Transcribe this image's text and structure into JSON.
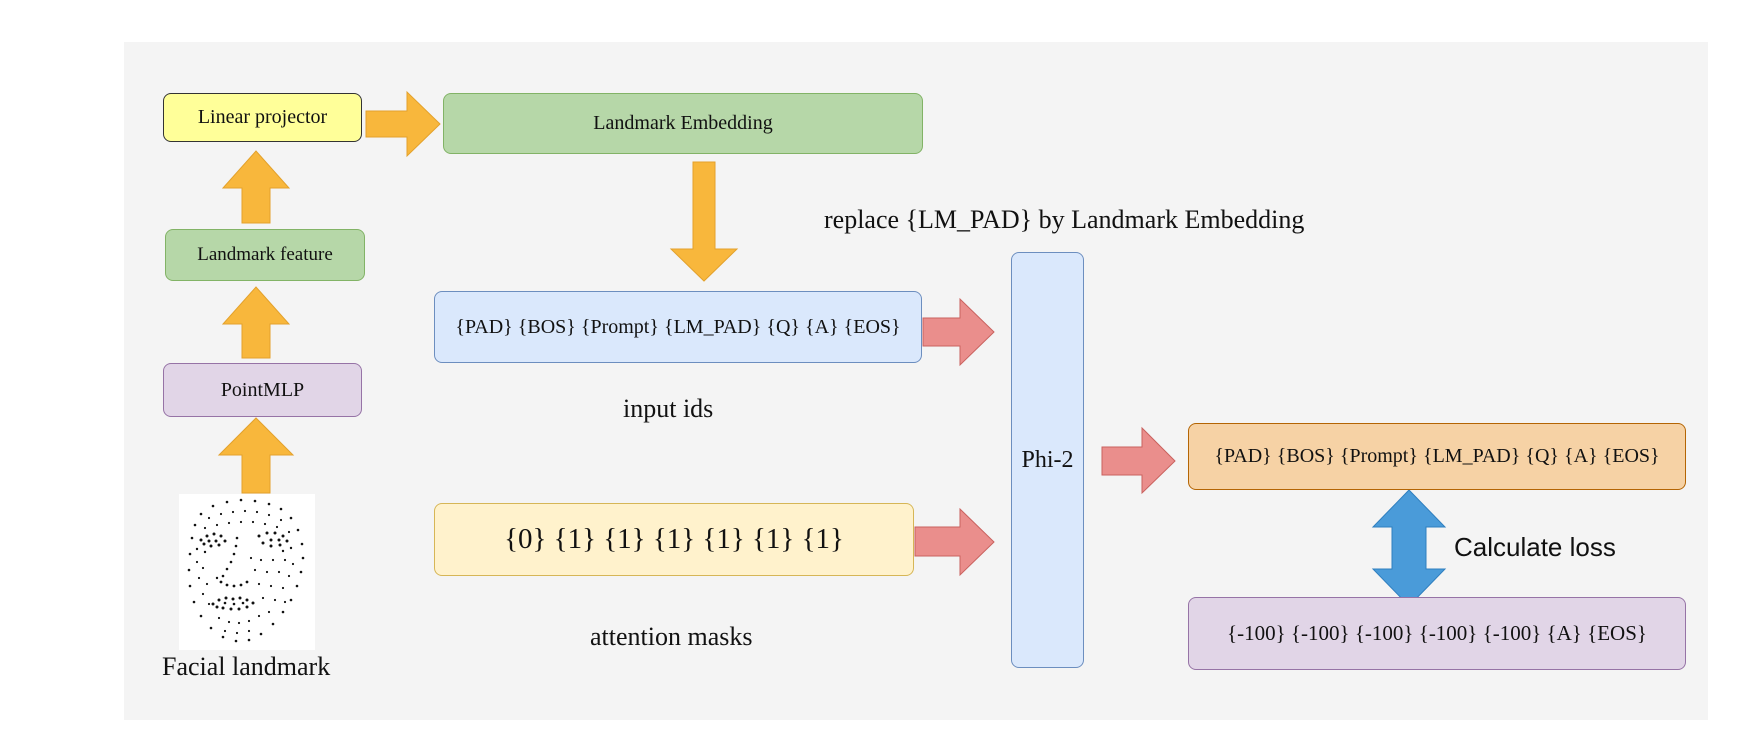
{
  "colors": {
    "panel": "#f4f4f4",
    "orange_arrow": "#f8b73c",
    "red_arrow": "#ea8e8c",
    "blue_arrow": "#4a9bd9",
    "yellow_box": "#ffff99",
    "green_box": "#b6d7a8",
    "purple_box": "#e1d5e7",
    "blue_box": "#dae8fc",
    "light_yellow_box": "#fff2cc",
    "peach_box": "#f6d2a5"
  },
  "boxes": {
    "linear_projector": "Linear projector",
    "landmark_embedding": "Landmark Embedding",
    "landmark_feature": "Landmark feature",
    "pointmlp": "PointMLP",
    "input_tokens": "{PAD} {BOS} {Prompt} {LM_PAD} {Q} {A} {EOS}",
    "attention_values": "{0} {1} {1} {1} {1} {1} {1}",
    "phi2": "Phi-2",
    "output_tokens": "{PAD} {BOS} {Prompt} {LM_PAD} {Q} {A} {EOS}",
    "label_tokens": "{-100} {-100} {-100} {-100} {-100} {A} {EOS}"
  },
  "labels": {
    "replace_note": "replace {LM_PAD} by Landmark Embedding",
    "input_ids": "input ids",
    "attention_masks": "attention masks",
    "facial_landmark": "Facial landmark",
    "calculate_loss": "Calculate loss"
  },
  "icons": {
    "face_landmarks": "face-landmark-point-cloud-icon"
  }
}
